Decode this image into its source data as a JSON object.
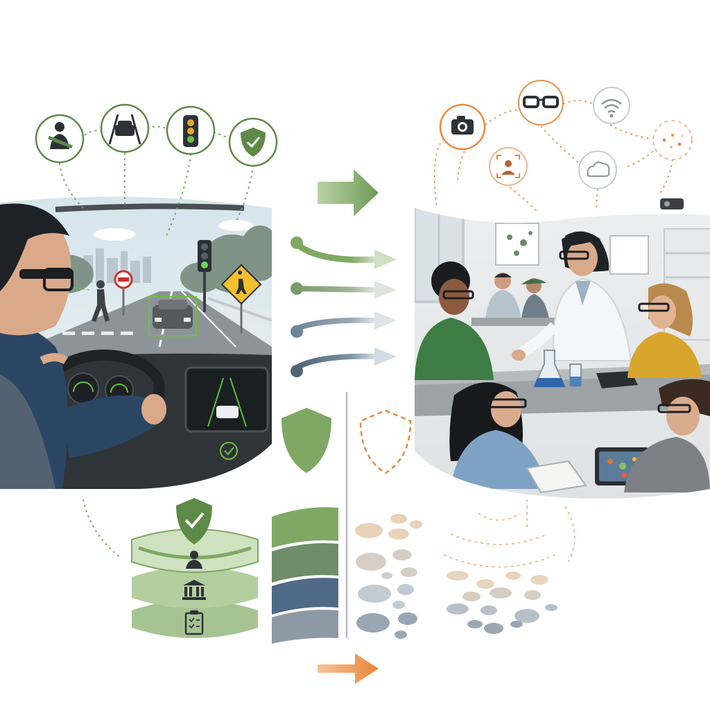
{
  "colors": {
    "green_dark": "#5e8a48",
    "green_mid": "#7fa864",
    "green_light": "#bcd6a8",
    "green_pale": "#dbe9cf",
    "slate_blue": "#4f6a86",
    "slate_gray": "#8d9aa6",
    "orange": "#e98a3f",
    "orange_light": "#f4c9a3",
    "gray_icon": "#9aa1a8",
    "ink": "#2c3238"
  },
  "left_scene": {
    "icons": [
      "seatbelt-icon",
      "lane-assist-icon",
      "traffic-light-icon",
      "safety-shield-icon"
    ],
    "scene": "driver-with-smart-glasses"
  },
  "right_scene": {
    "icons": [
      "camera-icon",
      "smart-glasses-icon",
      "wifi-icon",
      "face-recognition-icon",
      "cloud-icon",
      "scattered-dots-icon"
    ],
    "scene": "classroom-lab-with-smart-glasses"
  },
  "center": {
    "arrows": [
      "green-arrow",
      "gradient-arrow-1",
      "gradient-arrow-2",
      "gradient-arrow-3",
      "gradient-arrow-4",
      "orange-arrow"
    ],
    "shields": [
      "solid-green-shield",
      "dashed-orange-shield"
    ]
  },
  "bottom_left": {
    "layers": [
      "personal-layer",
      "institution-layer",
      "regulation-layer"
    ],
    "icons": [
      "check-shield-icon",
      "person-icon",
      "institution-icon",
      "clipboard-icon"
    ]
  }
}
